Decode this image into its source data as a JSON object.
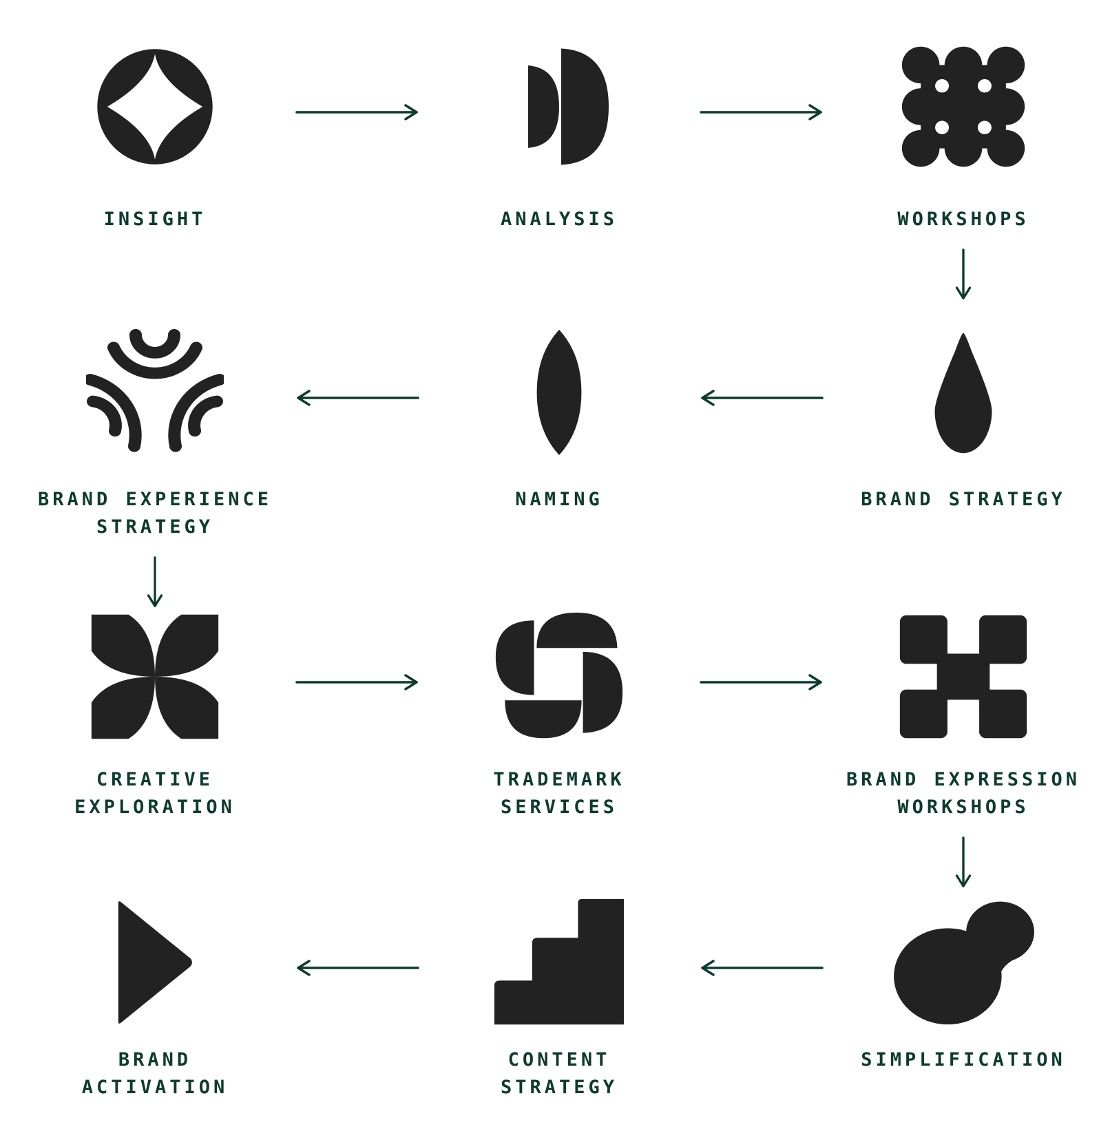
{
  "colors": {
    "icon_fill": "#222222",
    "label_text": "#0d3b2e",
    "arrow_stroke": "#0d3b2e",
    "background": "#ffffff"
  },
  "steps": [
    {
      "id": "insight",
      "icon": "circle-with-sparkle-icon",
      "label_lines": [
        "INSIGHT"
      ]
    },
    {
      "id": "analysis",
      "icon": "half-circles-icon",
      "label_lines": [
        "ANALYSIS"
      ]
    },
    {
      "id": "workshops",
      "icon": "dotted-blob-icon",
      "label_lines": [
        "WORKSHOPS"
      ]
    },
    {
      "id": "brand-strategy",
      "icon": "drop-icon",
      "label_lines": [
        "BRAND STRATEGY"
      ]
    },
    {
      "id": "naming",
      "icon": "leaf-lens-icon",
      "label_lines": [
        "NAMING"
      ]
    },
    {
      "id": "brand-experience-strategy",
      "icon": "radiating-arcs-icon",
      "label_lines": [
        "BRAND EXPERIENCE",
        "STRATEGY"
      ]
    },
    {
      "id": "creative-exploration",
      "icon": "four-petal-flower-icon",
      "label_lines": [
        "CREATIVE",
        "EXPLORATION"
      ]
    },
    {
      "id": "trademark-services",
      "icon": "pinwheel-quarters-icon",
      "label_lines": [
        "TRADEMARK",
        "SERVICES"
      ]
    },
    {
      "id": "brand-expression-workshops",
      "icon": "cross-blocks-icon",
      "label_lines": [
        "BRAND EXPRESSION",
        "WORKSHOPS"
      ]
    },
    {
      "id": "simplification",
      "icon": "merging-circles-icon",
      "label_lines": [
        "SIMPLIFICATION"
      ]
    },
    {
      "id": "content-strategy",
      "icon": "stairs-icon",
      "label_lines": [
        "CONTENT",
        "STRATEGY"
      ]
    },
    {
      "id": "brand-activation",
      "icon": "play-triangle-icon",
      "label_lines": [
        "BRAND",
        "ACTIVATION"
      ]
    }
  ],
  "connections": [
    {
      "from": "insight",
      "to": "analysis",
      "direction": "right"
    },
    {
      "from": "analysis",
      "to": "workshops",
      "direction": "right"
    },
    {
      "from": "workshops",
      "to": "brand-strategy",
      "direction": "down"
    },
    {
      "from": "brand-strategy",
      "to": "naming",
      "direction": "left"
    },
    {
      "from": "naming",
      "to": "brand-experience-strategy",
      "direction": "left"
    },
    {
      "from": "brand-experience-strategy",
      "to": "creative-exploration",
      "direction": "down"
    },
    {
      "from": "creative-exploration",
      "to": "trademark-services",
      "direction": "right"
    },
    {
      "from": "trademark-services",
      "to": "brand-expression-workshops",
      "direction": "right"
    },
    {
      "from": "brand-expression-workshops",
      "to": "simplification",
      "direction": "down"
    },
    {
      "from": "simplification",
      "to": "content-strategy",
      "direction": "left"
    },
    {
      "from": "content-strategy",
      "to": "brand-activation",
      "direction": "left"
    }
  ]
}
